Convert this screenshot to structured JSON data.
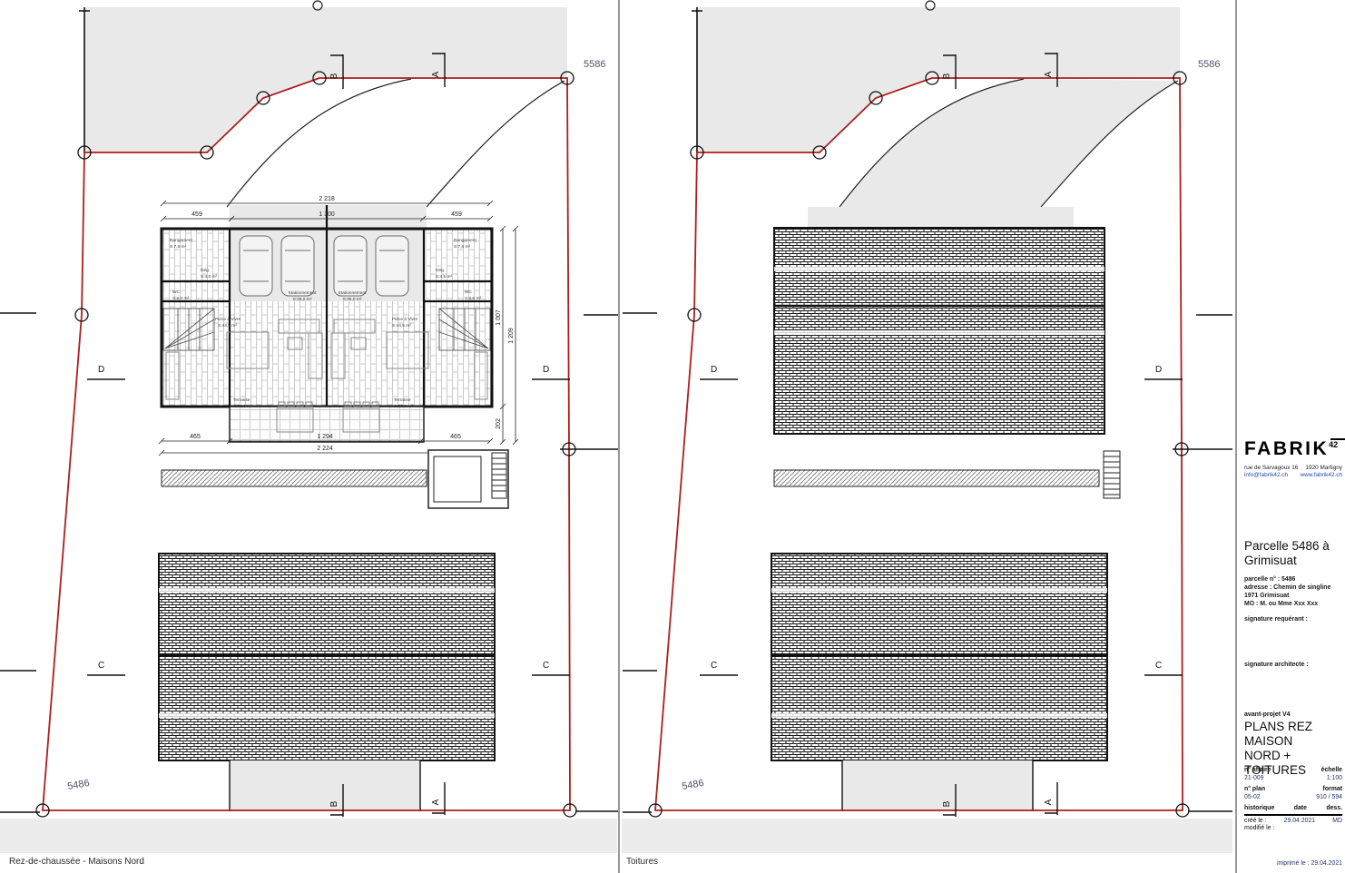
{
  "document": {
    "left_caption": "Rez-de-chaussée - Maisons Nord",
    "right_caption": "Toitures",
    "parcel_number_top": "5586",
    "parcel_number_main": "5486"
  },
  "markers": {
    "a": "A",
    "b": "B",
    "c": "C",
    "d": "D"
  },
  "rooms": {
    "rangement": {
      "name": "Rangement",
      "area": "S:7,6 m²"
    },
    "degagement": {
      "name": "Dég.",
      "area": "S:4,5 m²"
    },
    "wc": {
      "name": "WC",
      "area": "S:2,0 m²"
    },
    "piece_a_vivre": {
      "name": "Pièce à Vivre",
      "area": "S:44,5 m²"
    },
    "terrasse": {
      "name": "Terrasse",
      "area": "S:36,0 m²"
    },
    "stationnement": {
      "name": "Stationnement",
      "area": "S:35,0 m²"
    }
  },
  "dimensions": {
    "top_total": "2 218",
    "top_left": "459",
    "top_center": "1 300",
    "top_right": "459",
    "bottom_left": "465",
    "bottom_center": "1 294",
    "bottom_right": "465",
    "bottom_total": "2 224",
    "side_upper": "1 007",
    "side_lower": "202",
    "side_total": "1 209"
  },
  "title_block": {
    "brand": "FABRIK",
    "brand_sup": "42",
    "address": "rue de Sarvagoux 16",
    "city": "1920 Martigny",
    "email": "info@fabrik42.ch",
    "website": "www.fabrik42.ch",
    "parcel_title_1": "Parcelle 5486 à",
    "parcel_title_2": "Grimisuat",
    "details": [
      "parcelle n° : 5486",
      "adresse : Chemin de singline",
      "1971 Grimisuat",
      "MO : M. ou Mme Xxx Xxx"
    ],
    "signature_requerant": "signature requérant :",
    "signature_architecte": "signature architecte :",
    "phase": "avant-projet V4",
    "plan_title_1": "PLANS REZ MAISON",
    "plan_title_2": "NORD + TOITURES",
    "affaire_label": "n° affaire",
    "affaire_value": "21-009",
    "echelle_label": "échelle",
    "echelle_value": "1:100",
    "plan_label": "n° plan",
    "plan_value": "05-02",
    "format_label": "format",
    "format_value": "910 / 594",
    "historique_label": "historique",
    "date_label": "date",
    "dess_label": "dess.",
    "cree_label": "créé le :",
    "cree_date": "29.04.2021",
    "cree_dess": "MD",
    "modifie_label": "modifié le :",
    "imprime_line": "imprimé le : 29.04.2021"
  },
  "colors": {
    "boundary_red": "#ae1e1e",
    "area_gray": "#e9e9e9",
    "link_blue": "#2446b3",
    "value_blue": "#24356b"
  }
}
